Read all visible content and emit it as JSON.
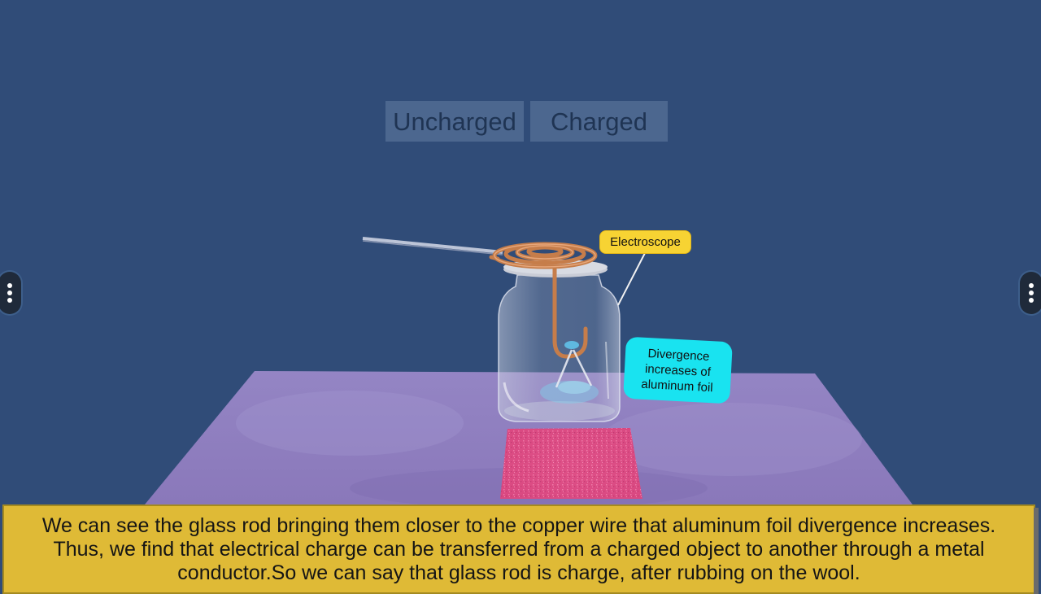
{
  "mode_buttons": {
    "uncharged_label": "Uncharged",
    "charged_label": "Charged"
  },
  "labels": {
    "electroscope": "Electroscope",
    "divergence": "Divergence increases of aluminum foil"
  },
  "caption": {
    "text": "We can see the glass rod bringing them closer to the copper wire that aluminum foil divergence increases. Thus, we find that electrical charge can be transferred from a charged object to another through a metal conductor.So we can say that glass rod is charge, after rubbing on the wool."
  },
  "colors": {
    "background": "#304c78",
    "table": "#8f7fbf",
    "wool_cloth": "#e0528a",
    "copper": "#c67d4a",
    "electroscope_label": "#f7d333",
    "divergence_label": "#19e3f0",
    "caption_panel": "#dfba36"
  },
  "icons": {
    "side_handle": "vertical-ellipsis-icon"
  }
}
